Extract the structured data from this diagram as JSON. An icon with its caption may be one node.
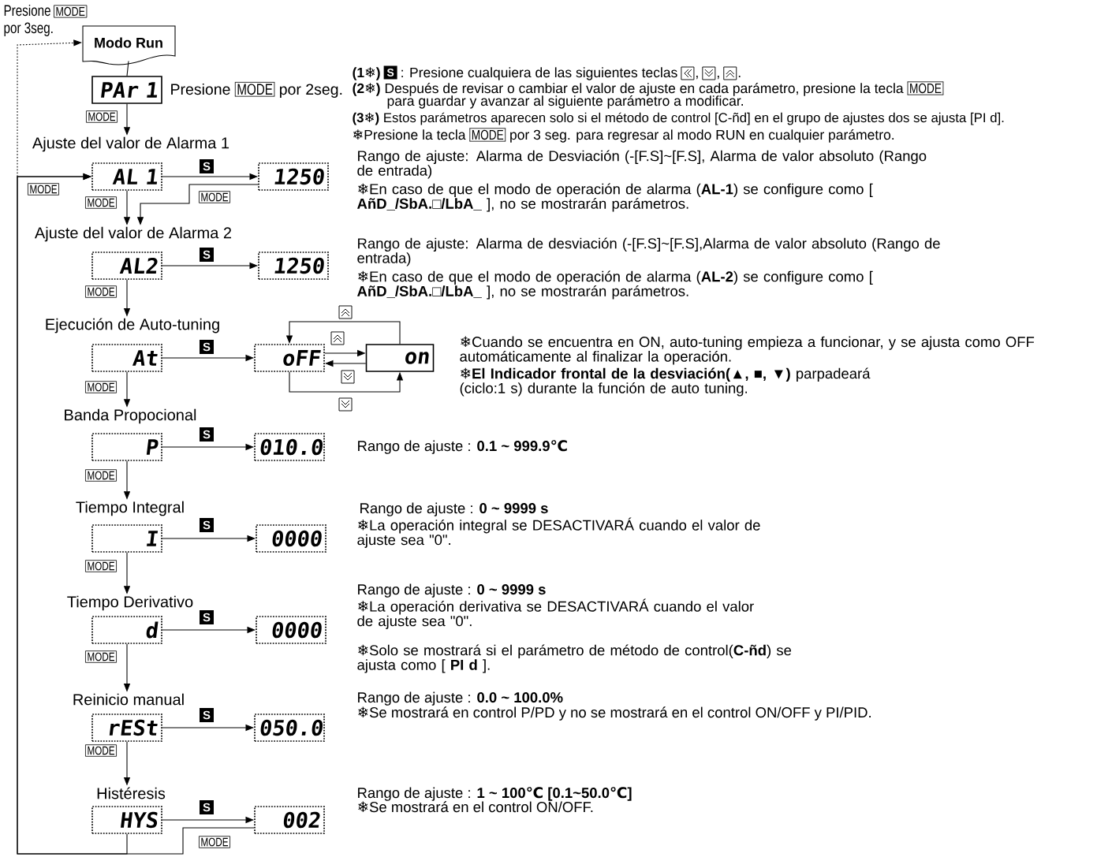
{
  "diagram": {
    "nodes": [
      {
        "text": [
          "Modo Run"
        ]
      },
      {
        "text": [
          "PAr 1"
        ],
        "beside": [
          "Presione",
          "MODE",
          "por 2seg."
        ]
      },
      {
        "text": [
          "Ajuste del valor de Alarma 1",
          "AL 1"
        ]
      },
      {
        "text": [
          "1250"
        ]
      },
      {
        "text": [
          "Ajuste del valor de Alarma 2",
          "AL2"
        ]
      },
      {
        "text": [
          "1250"
        ]
      },
      {
        "text": [
          "Ejecución de Auto-tuning",
          "At"
        ]
      },
      {
        "text": [
          "oFF"
        ]
      },
      {
        "text": [
          "on"
        ]
      },
      {
        "text": [
          "Banda Propocional",
          "P"
        ]
      },
      {
        "text": [
          "010.0"
        ]
      },
      {
        "text": [
          "Tiempo Integral",
          "I"
        ]
      },
      {
        "text": [
          "0000"
        ]
      },
      {
        "text": [
          "Tiempo Derivativo",
          "d"
        ]
      },
      {
        "text": [
          "0000"
        ]
      },
      {
        "text": [
          "Reinicio manual",
          "rESt"
        ]
      },
      {
        "text": [
          "050.0"
        ]
      },
      {
        "text": [
          "Histéresis",
          "HYS"
        ]
      },
      {
        "text": [
          "002"
        ]
      }
    ],
    "edges": [
      {
        "from": 0,
        "to": 1,
        "arrow": "none"
      },
      {
        "from": 1,
        "to": 2,
        "arrow": "to",
        "label": "MODE"
      },
      {
        "from": 2,
        "to": 3,
        "arrow": "to",
        "label": "S"
      },
      {
        "from": 3,
        "to": 4,
        "arrow": "to",
        "label": "MODE"
      },
      {
        "from": 2,
        "to": 4,
        "arrow": "to",
        "label": "MODE"
      },
      {
        "from": 4,
        "to": 5,
        "arrow": "to",
        "label": "S"
      },
      {
        "from": 4,
        "to": 6,
        "arrow": "to",
        "label": "MODE"
      },
      {
        "from": 6,
        "to": 7,
        "arrow": "to",
        "label": "S"
      },
      {
        "from": 7,
        "to": 8,
        "arrow": "to"
      },
      {
        "from": 8,
        "to": 7,
        "arrow": "to"
      },
      {
        "from": 8,
        "to": 7,
        "arrow": "to"
      },
      {
        "from": 7,
        "to": 8,
        "arrow": "to"
      },
      {
        "from": 6,
        "to": 9,
        "arrow": "to",
        "label": "MODE"
      },
      {
        "from": 9,
        "to": 10,
        "arrow": "to",
        "label": "S"
      },
      {
        "from": 9,
        "to": 11,
        "arrow": "to",
        "label": "MODE"
      },
      {
        "from": 11,
        "to": 12,
        "arrow": "to",
        "label": "S"
      },
      {
        "from": 11,
        "to": 13,
        "arrow": "to",
        "label": "MODE"
      },
      {
        "from": 13,
        "to": 14,
        "arrow": "to",
        "label": "S"
      },
      {
        "from": 13,
        "to": 15,
        "arrow": "to",
        "label": "MODE"
      },
      {
        "from": 15,
        "to": 16,
        "arrow": "to",
        "label": "S"
      },
      {
        "from": 15,
        "to": 17,
        "arrow": "to",
        "label": "MODE"
      },
      {
        "from": 17,
        "to": 18,
        "arrow": "to",
        "label": "S"
      },
      {
        "from": 18,
        "to": 2,
        "arrow": "to",
        "label": "MODE"
      },
      {
        "from": 17,
        "to": 2,
        "arrow": "to",
        "label": "MODE"
      },
      {
        "from": null,
        "to": 0,
        "arrow": "to",
        "style": "dashed"
      }
    ],
    "labels": [
      "Presione",
      "MODE",
      "por 3seg.",
      "(1❄)",
      "S",
      ": Presione cualquiera de las siguientes teclas",
      ",",
      ",",
      ".",
      "**(2❄)** Después de revisar o cambiar el valor de ajuste en cada parámetro, presione la tecla",
      "MODE",
      "para guardar y avanzar al siguiente parámetro a modificar.",
      "**(3❄)** Estos parámetros aparecen solo si el método de control [C-ñd] en el grupo de ajustes dos se ajusta [PI d].",
      "❄Presione la tecla",
      "MODE",
      "por 3 seg. para regresar al modo RUN en cualquier parámetro.",
      "Rango de ajuste: Alarma de Desviación (-[F.S]~[F.S], Alarma de valor absoluto (Rango de entrada)",
      "❄En caso de que el modo de operación de alarma (**AL-1**) se configure como [ **AñD_/SbA.□/LbA_** ], no se mostrarán parámetros.",
      "Rango de ajuste: Alarma de desviación (-[F.S]~[F.S],Alarma de valor absoluto (Rango de entrada)",
      "❄En caso de que el modo de operación de alarma (**AL-2**) se configure como [ **AñD_/SbA.□/LbA_** ], no se mostrarán parámetros.",
      "❄Cuando se encuentra en ON, auto-tuning empieza a funcionar, y se ajusta como OFF automáticamente al finalizar la operación.",
      "❄**El Indicador frontal de la desviación(▲, ■, ▼)** parpadeará (ciclo:1 s) durante la función de auto tuning.",
      "Rango de ajuste : **0.1 ~ 999.9℃**",
      "Rango de ajuste : **0 ~ 9999 s**",
      "❄La operación integral se DESACTIVARÁ cuando el valor de ajuste sea \"0\".",
      "Rango de ajuste : **0 ~ 9999 s**",
      "❄La operación derivativa se DESACTIVARÁ cuando el valor de ajuste sea \"0\".",
      "❄Solo se mostrará si el parámetro de método de control(**C-ñd**) se ajusta como [ **PI d** ].",
      "Rango de ajuste : **0.0 ~ 100.0%**",
      "❄Se mostrará en control P/PD y no se mostrará en el control ON/OFF y PI/PID.",
      "Rango de ajuste : **1 ~ 100℃ [0.1~50.0℃]**",
      "❄Se mostrará en el control ON/OFF."
    ]
  }
}
